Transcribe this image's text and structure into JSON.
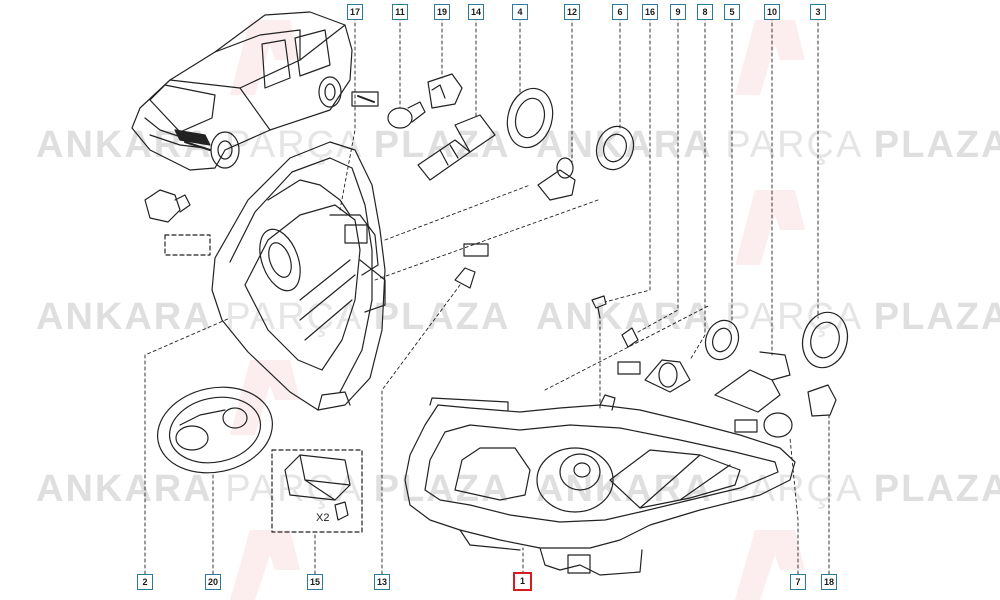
{
  "watermark": {
    "brand_left": "ANKARA",
    "brand_mid": "PARÇA",
    "brand_right": "PLAZA"
  },
  "callouts": [
    "17",
    "11",
    "19",
    "14",
    "4",
    "12",
    "6",
    "16",
    "9",
    "8",
    "5",
    "10",
    "3",
    "2",
    "20",
    "15",
    "13",
    "1",
    "7",
    "18"
  ],
  "highlight_callout": "1",
  "quantity_label": "X2",
  "colors": {
    "line": "#222222",
    "callout_border": "#2a7a98",
    "highlight": "#d81c1c",
    "watermark": "#969696"
  }
}
